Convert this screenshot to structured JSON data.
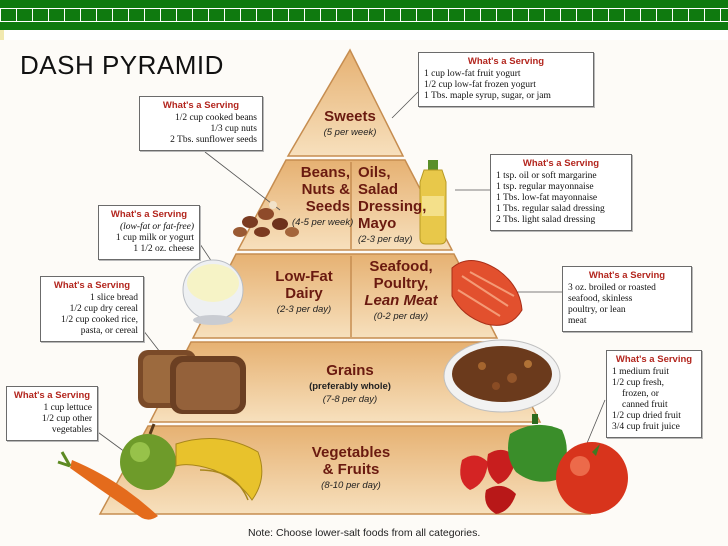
{
  "slide_title": "DASH PYRAMID",
  "serving_header": "What's a Serving",
  "tiers": {
    "sweets": {
      "name": "Sweets",
      "servings": "(5 per week)"
    },
    "beans": {
      "name_lines": [
        "Beans,",
        "Nuts &",
        "Seeds"
      ],
      "servings": "(4-5 per week)"
    },
    "oils": {
      "name_lines": [
        "Oils,",
        "Salad",
        "Dressing,",
        "Mayo"
      ],
      "servings": "(2-3 per day)"
    },
    "dairy": {
      "name_lines": [
        "Low-Fat",
        "Dairy"
      ],
      "servings": "(2-3 per day)"
    },
    "meat": {
      "name_lines": [
        "Seafood,",
        "Poultry,",
        "Lean Meat"
      ],
      "servings": "(0-2 per day)"
    },
    "grains": {
      "name": "Grains",
      "qualifier": "(preferably whole)",
      "servings": "(7-8 per day)"
    },
    "veg": {
      "name_lines": [
        "Vegetables",
        "& Fruits"
      ],
      "servings": "(8-10 per day)"
    }
  },
  "serving_boxes": {
    "sweets": [
      "1 cup low-fat fruit yogurt",
      "1/2 cup low-fat frozen yogurt",
      "1 Tbs. maple syrup, sugar, or jam"
    ],
    "beans": [
      "1/2 cup cooked beans",
      "1/3 cup nuts",
      "2 Tbs. sunflower seeds"
    ],
    "oils": [
      "1 tsp. oil or soft margarine",
      "1 tsp. regular mayonnaise",
      "1 Tbs. low-fat mayonnaise",
      "1 Tbs. regular salad dressing",
      "2 Tbs. light salad dressing"
    ],
    "dairy": [
      "(low-fat or fat-free)",
      "1 cup milk or yogurt",
      "1 1/2 oz. cheese"
    ],
    "meat": [
      "3 oz. broiled or roasted",
      "seafood, skinless",
      "poultry, or lean",
      "meat"
    ],
    "grains": [
      "1 slice bread",
      "1/2 cup dry cereal",
      "1/2 cup cooked rice,",
      "pasta, or cereal"
    ],
    "fruit": [
      "1 medium fruit",
      "1/2 cup fresh,",
      "frozen, or",
      "canned fruit",
      "1/2 cup dried fruit",
      "3/4 cup fruit juice"
    ],
    "veg": [
      "1 cup lettuce",
      "1/2 cup other",
      "vegetables"
    ]
  },
  "note": "Note: Choose lower-salt foods from all categories.",
  "colors": {
    "green_bar": "#0f7a0f",
    "tier_top": "#e9b77a",
    "tier_bottom": "#f6dcb6",
    "label_red": "#b3261e"
  },
  "icons": [
    "eggs-and-nuts-icon",
    "oil-bottle-icon",
    "milk-bowl-icon",
    "salmon-icon",
    "bread-icon",
    "cereal-bowl-icon",
    "carrot-icon",
    "apple-icon",
    "banana-icon",
    "tomato-icon",
    "pepper-icon",
    "strawberry-icon"
  ]
}
